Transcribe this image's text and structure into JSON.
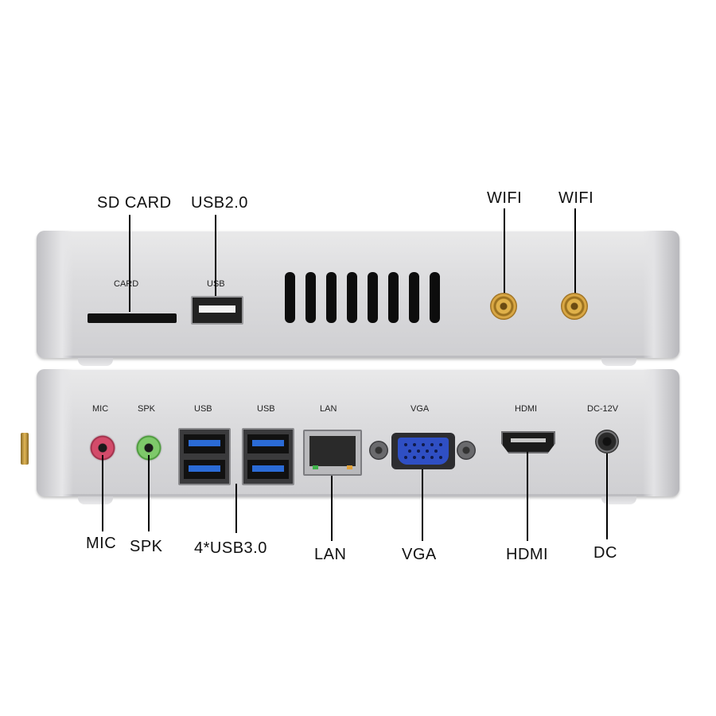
{
  "top_unit": {
    "callouts": {
      "sd_card": "SD CARD",
      "usb2": "USB2.0",
      "wifi_1": "WIFI",
      "wifi_2": "WIFI"
    },
    "printed_labels": {
      "card": "CARD",
      "usb": "USB"
    }
  },
  "bottom_unit": {
    "printed_labels": {
      "mic": "MIC",
      "spk": "SPK",
      "usb_1": "USB",
      "usb_2": "USB",
      "lan": "LAN",
      "vga": "VGA",
      "hdmi": "HDMI",
      "dc": "DC-12V"
    },
    "callouts": {
      "mic": "MIC",
      "spk": "SPK",
      "usb3": "4*USB3.0",
      "lan": "LAN",
      "vga": "VGA",
      "hdmi": "HDMI",
      "dc": "DC"
    }
  },
  "colors": {
    "mic_jack": "#d34b6a",
    "spk_jack": "#7ec96a",
    "usb3_insert": "#2b6bd6",
    "vga_face": "#2f4fc4",
    "antenna_gold": "#e0b14a"
  }
}
